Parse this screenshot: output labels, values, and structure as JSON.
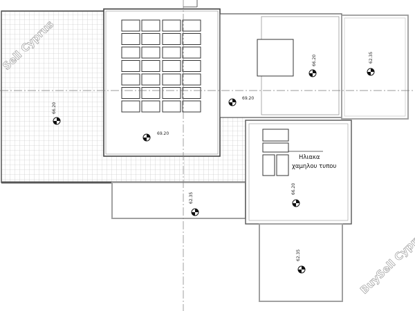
{
  "elevations": {
    "left_terrace": "66.20",
    "main_roof": "69.20",
    "middle_strip": "69.20",
    "upper_room": "66.20",
    "right_terrace": "62.35",
    "lower_terrace": "62.35",
    "middle_room": "66.20",
    "bottom_right": "62.35"
  },
  "annotation": {
    "line1": "Ηλιακα",
    "line2": "χαμηλου τυπου"
  },
  "watermarks": {
    "top_left": "Sell Cyprus",
    "bottom_right": "BuySell Cypru"
  }
}
